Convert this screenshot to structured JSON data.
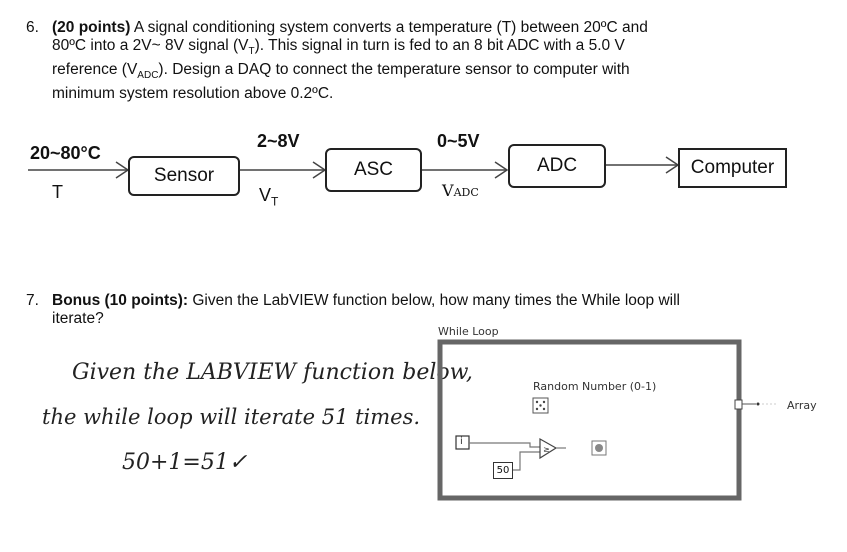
{
  "q6": {
    "number": "6.",
    "points": "(20 points)",
    "line1": "A signal conditioning system converts a temperature (T) between 20ºC and",
    "line2_a": "80ºC into a 2V~ 8V signal (V",
    "line2_sub": "T",
    "line2_b": "). This signal in turn is fed to an 8 bit ADC with a 5.0 V",
    "line3_a": "reference (V",
    "line3_sub": "ADC",
    "line3_b": "). Design a DAQ to connect the temperature sensor to computer with",
    "line4": "minimum system resolution above 0.2ºC."
  },
  "diagram": {
    "range_temp": "20~80°C",
    "var_T": "T",
    "sensor": "Sensor",
    "range_v": "2~8V",
    "var_vt": "V",
    "var_vt_sub": "T",
    "asc": "ASC",
    "range_adc": "0~5V",
    "var_vadc": "V",
    "var_vadc_sub": "ADC",
    "adc": "ADC",
    "computer": "Computer"
  },
  "q7": {
    "number": "7.",
    "bonus": "Bonus (10 points):",
    "line1": "Given the LabVIEW function below, how many times the While loop will",
    "line2": "iterate?"
  },
  "answer": {
    "line1": "Given the LABVIEW function below,",
    "line2": "the while loop will iterate 51 times.",
    "line3": "50+1=51✓"
  },
  "labview": {
    "loop_label": "While Loop",
    "random_label": "Random Number (0-1)",
    "iteration": "i",
    "constant": "50",
    "array_label": "Array"
  }
}
